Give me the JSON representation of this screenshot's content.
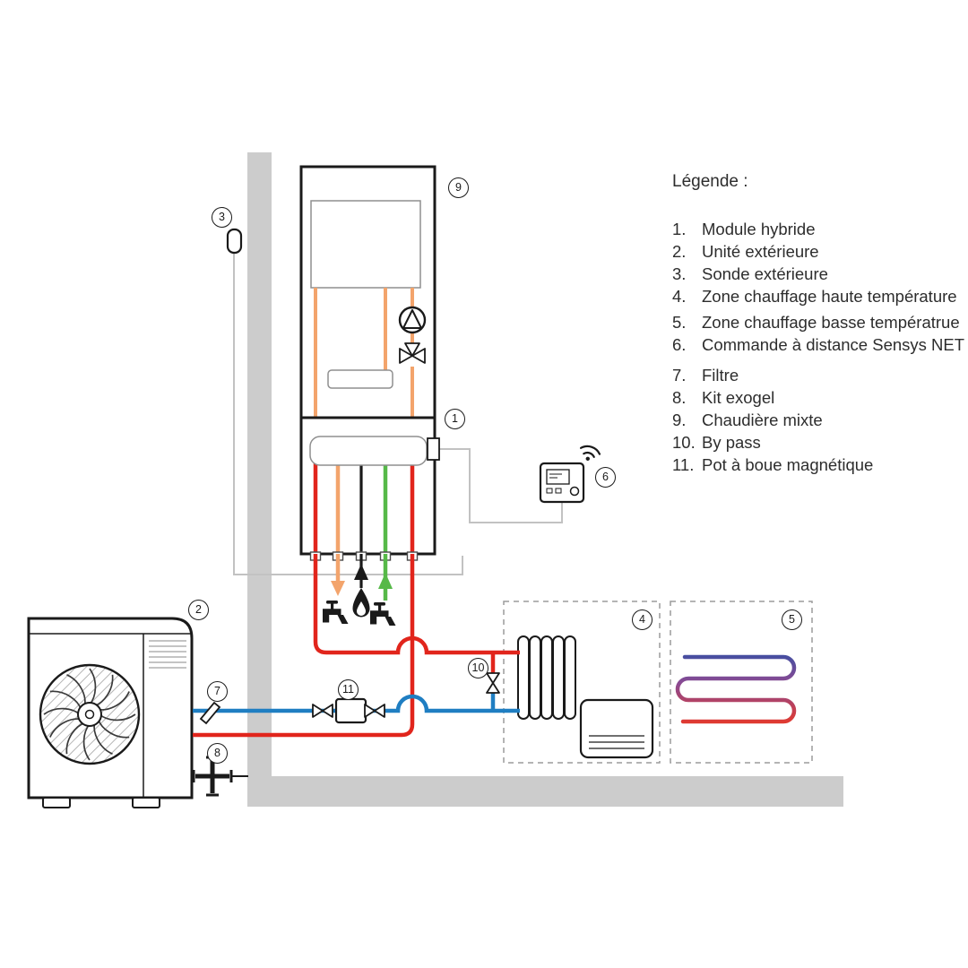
{
  "legend": {
    "title": "Légende :",
    "items": [
      {
        "num": "1.",
        "label": "Module hybride"
      },
      {
        "num": "2.",
        "label": "Unité extérieure"
      },
      {
        "num": "3.",
        "label": "Sonde extérieure"
      },
      {
        "num": "4.",
        "label": "Zone chauffage haute température"
      },
      {
        "num": "5.",
        "label": "Zone chauffage basse températrue"
      },
      {
        "num": "6.",
        "label": "Commande à distance Sensys NET"
      },
      {
        "num": "7.",
        "label": "Filtre"
      },
      {
        "num": "8.",
        "label": "Kit exogel"
      },
      {
        "num": "9.",
        "label": "Chaudière mixte"
      },
      {
        "num": "10.",
        "label": "By pass"
      },
      {
        "num": "11.",
        "label": "Pot à boue magnétique"
      }
    ]
  },
  "markers": {
    "m1": "1",
    "m2": "2",
    "m3": "3",
    "m4": "4",
    "m5": "5",
    "m6": "6",
    "m7": "7",
    "m8": "8",
    "m9": "9",
    "m10": "10",
    "m11": "11"
  },
  "colors": {
    "red": "#e1251c",
    "blue": "#1f7ec2",
    "orange": "#f3a46c",
    "green": "#56b948",
    "coil_cold": "#3a4fa3",
    "coil_mid": "#8a4a93",
    "coil_hot": "#e03a31",
    "wall_gray": "#cccccc"
  }
}
